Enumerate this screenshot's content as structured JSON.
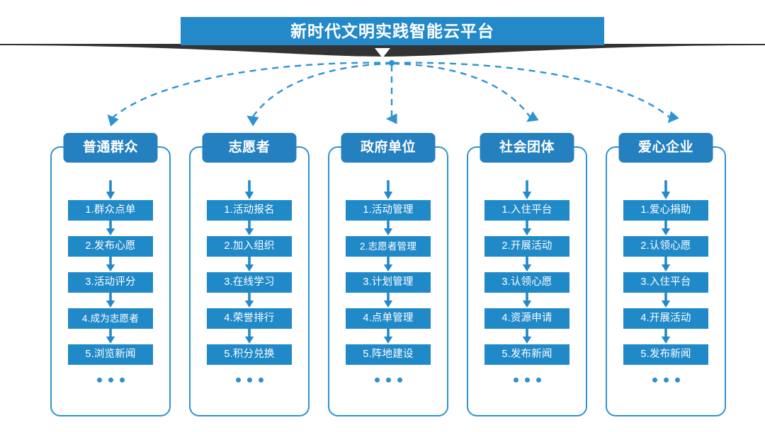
{
  "banner": {
    "title": "新时代文明实践智能云平台",
    "chevron_icon": "chevron-down-icon",
    "bar_color": "#2389c9",
    "ribbon_color": "#333333"
  },
  "colors": {
    "header_blue": "#2580bf",
    "item_blue": "#2089c8",
    "outline_blue": "#2f93d1",
    "connector_blue": "#2f93d1",
    "dot_blue": "#2f8fcb"
  },
  "ellipsis": "• • •",
  "columns": [
    {
      "header": "普通群众",
      "items": [
        "1.群众点单",
        "2.发布心愿",
        "3.活动评分",
        "4.成为志愿者",
        "5.浏览新闻"
      ]
    },
    {
      "header": "志愿者",
      "items": [
        "1.活动报名",
        "2.加入组织",
        "3.在线学习",
        "4.荣誉排行",
        "5.积分兑换"
      ]
    },
    {
      "header": "政府单位",
      "items": [
        "1.活动管理",
        "2.志愿者管理",
        "3.计划管理",
        "4.点单管理",
        "5.阵地建设"
      ]
    },
    {
      "header": "社会团体",
      "items": [
        "1.入住平台",
        "2.开展活动",
        "3.认领心愿",
        "4.资源申请",
        "5.发布新闻"
      ]
    },
    {
      "header": "爱心企业",
      "items": [
        "1.爱心捐助",
        "2.认领心愿",
        "3.入住平台",
        "4.开展活动",
        "5.发布新闻"
      ]
    }
  ]
}
